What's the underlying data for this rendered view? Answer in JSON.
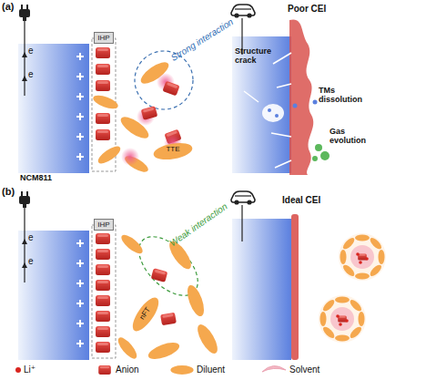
{
  "diagram": {
    "nodes": [
      {
        "text": [
          "IHP"
        ]
      },
      {
        "text": [
          "IHP"
        ]
      }
    ],
    "labels": [
      "(a)",
      "e",
      "e",
      "Strong interaction",
      "TTE",
      "NCM811",
      "Poor CEI",
      "Structure crack",
      "TMs dissolution",
      "Gas evolution",
      "(b)",
      "e",
      "e",
      "Weak interaction",
      "nFT",
      "Ideal CEI"
    ],
    "legend": [
      {
        "text": "Li⁺"
      },
      {
        "text": "Anion"
      },
      {
        "text": "Diluent"
      },
      {
        "text": "Solvent"
      }
    ]
  }
}
